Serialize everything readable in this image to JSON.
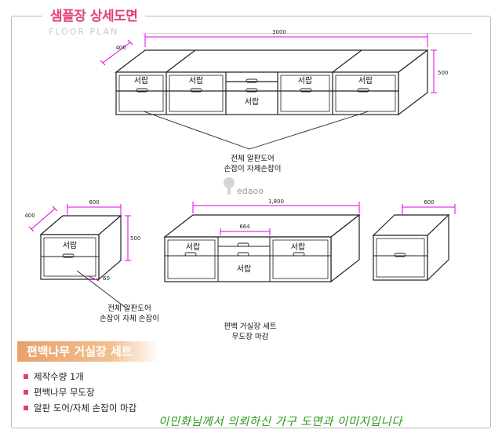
{
  "header": {
    "title": "샘플장 상세도면",
    "subtitle": "FLOOR PLAN"
  },
  "top_unit": {
    "width_dim": "3000",
    "depth_dim": "400",
    "height_dim": "500",
    "drawer_labels": [
      "서랍",
      "서랍",
      "서랍",
      "서랍",
      "서랍"
    ],
    "callout": [
      "전체 알판도어",
      "손잡이 자체손잡이"
    ]
  },
  "left_unit": {
    "width_dim": "600",
    "depth_dim": "400",
    "height_dim": "500",
    "base_dim": "60",
    "drawer_label": "서랍",
    "callout": [
      "전체 알판도어",
      "손잡이 자체 손잡이"
    ]
  },
  "center_unit": {
    "width_dim": "1,800",
    "inner_dim": "664",
    "drawer_labels": [
      "서랍",
      "서랍",
      "서랍"
    ],
    "caption": [
      "편백 거실장 세트",
      "무도장 마감"
    ]
  },
  "right_unit": {
    "width_dim": "600"
  },
  "watermark": "edaoo",
  "specs": {
    "title": "편백나무 거실장 세트",
    "items": [
      "제작수량  1개",
      "편백나무 무도장",
      "알판 도어/자체 손잡이 마감"
    ]
  },
  "footer_note": "이민화님께서 의뢰하신 가구 도면과 이미지입니다",
  "colors": {
    "accent": "#e0407a",
    "dimension": "#e000e0",
    "specs_banner": "#eeae7c",
    "footer": "#2a9a1a"
  }
}
